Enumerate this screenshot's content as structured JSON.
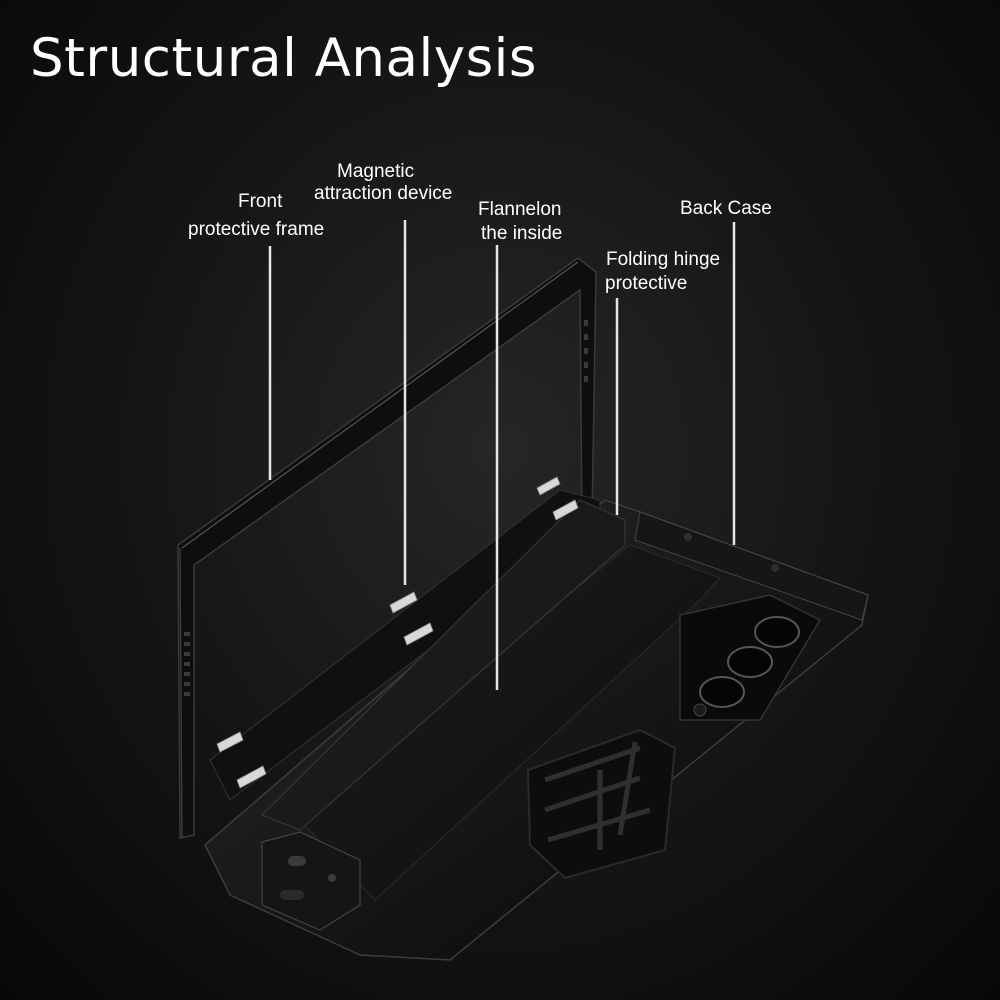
{
  "title": "Structural Analysis",
  "labels": {
    "front_frame": {
      "line1": "Front",
      "line2": "protective frame"
    },
    "magnetic": {
      "line1": "Magnetic",
      "line2": "attraction device"
    },
    "flannelon": {
      "line1": "Flannelon",
      "line2": "the inside"
    },
    "hinge": {
      "line1": "Folding hinge",
      "line2": "protective"
    },
    "back_case": {
      "line1": "Back Case"
    }
  },
  "colors": {
    "background": "#141414",
    "text": "#ffffff",
    "leader_line": "#e8e8e8",
    "case": "#0d0d0d",
    "magnet": "#d9d9d9"
  }
}
